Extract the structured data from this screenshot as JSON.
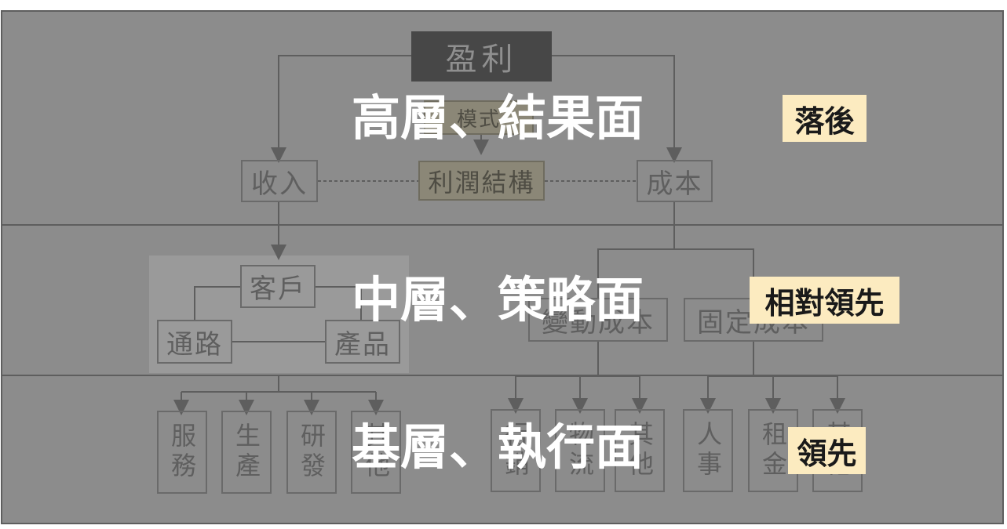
{
  "diagram": {
    "top": {
      "profit": "盈利",
      "business_model": "模式",
      "revenue": "收入",
      "profit_structure": "利潤結構",
      "cost": "成本"
    },
    "middle": {
      "customer": "客戶",
      "channel": "通路",
      "product": "產品",
      "variable_cost": "變動成本",
      "fixed_cost": "固定成本"
    },
    "bottom": {
      "revenue_items": [
        "服務",
        "生產",
        "研發",
        "其他"
      ],
      "variable_items": [
        "行銷",
        "物流",
        "其他"
      ],
      "fixed_items": [
        "人事",
        "租金",
        "其他"
      ]
    }
  },
  "overlay": {
    "top_title": "高層、結果面",
    "middle_title": "中層、策略面",
    "bottom_title": "基層、執行面"
  },
  "tags": {
    "top": "落後",
    "middle": "相對領先",
    "bottom": "領先"
  }
}
